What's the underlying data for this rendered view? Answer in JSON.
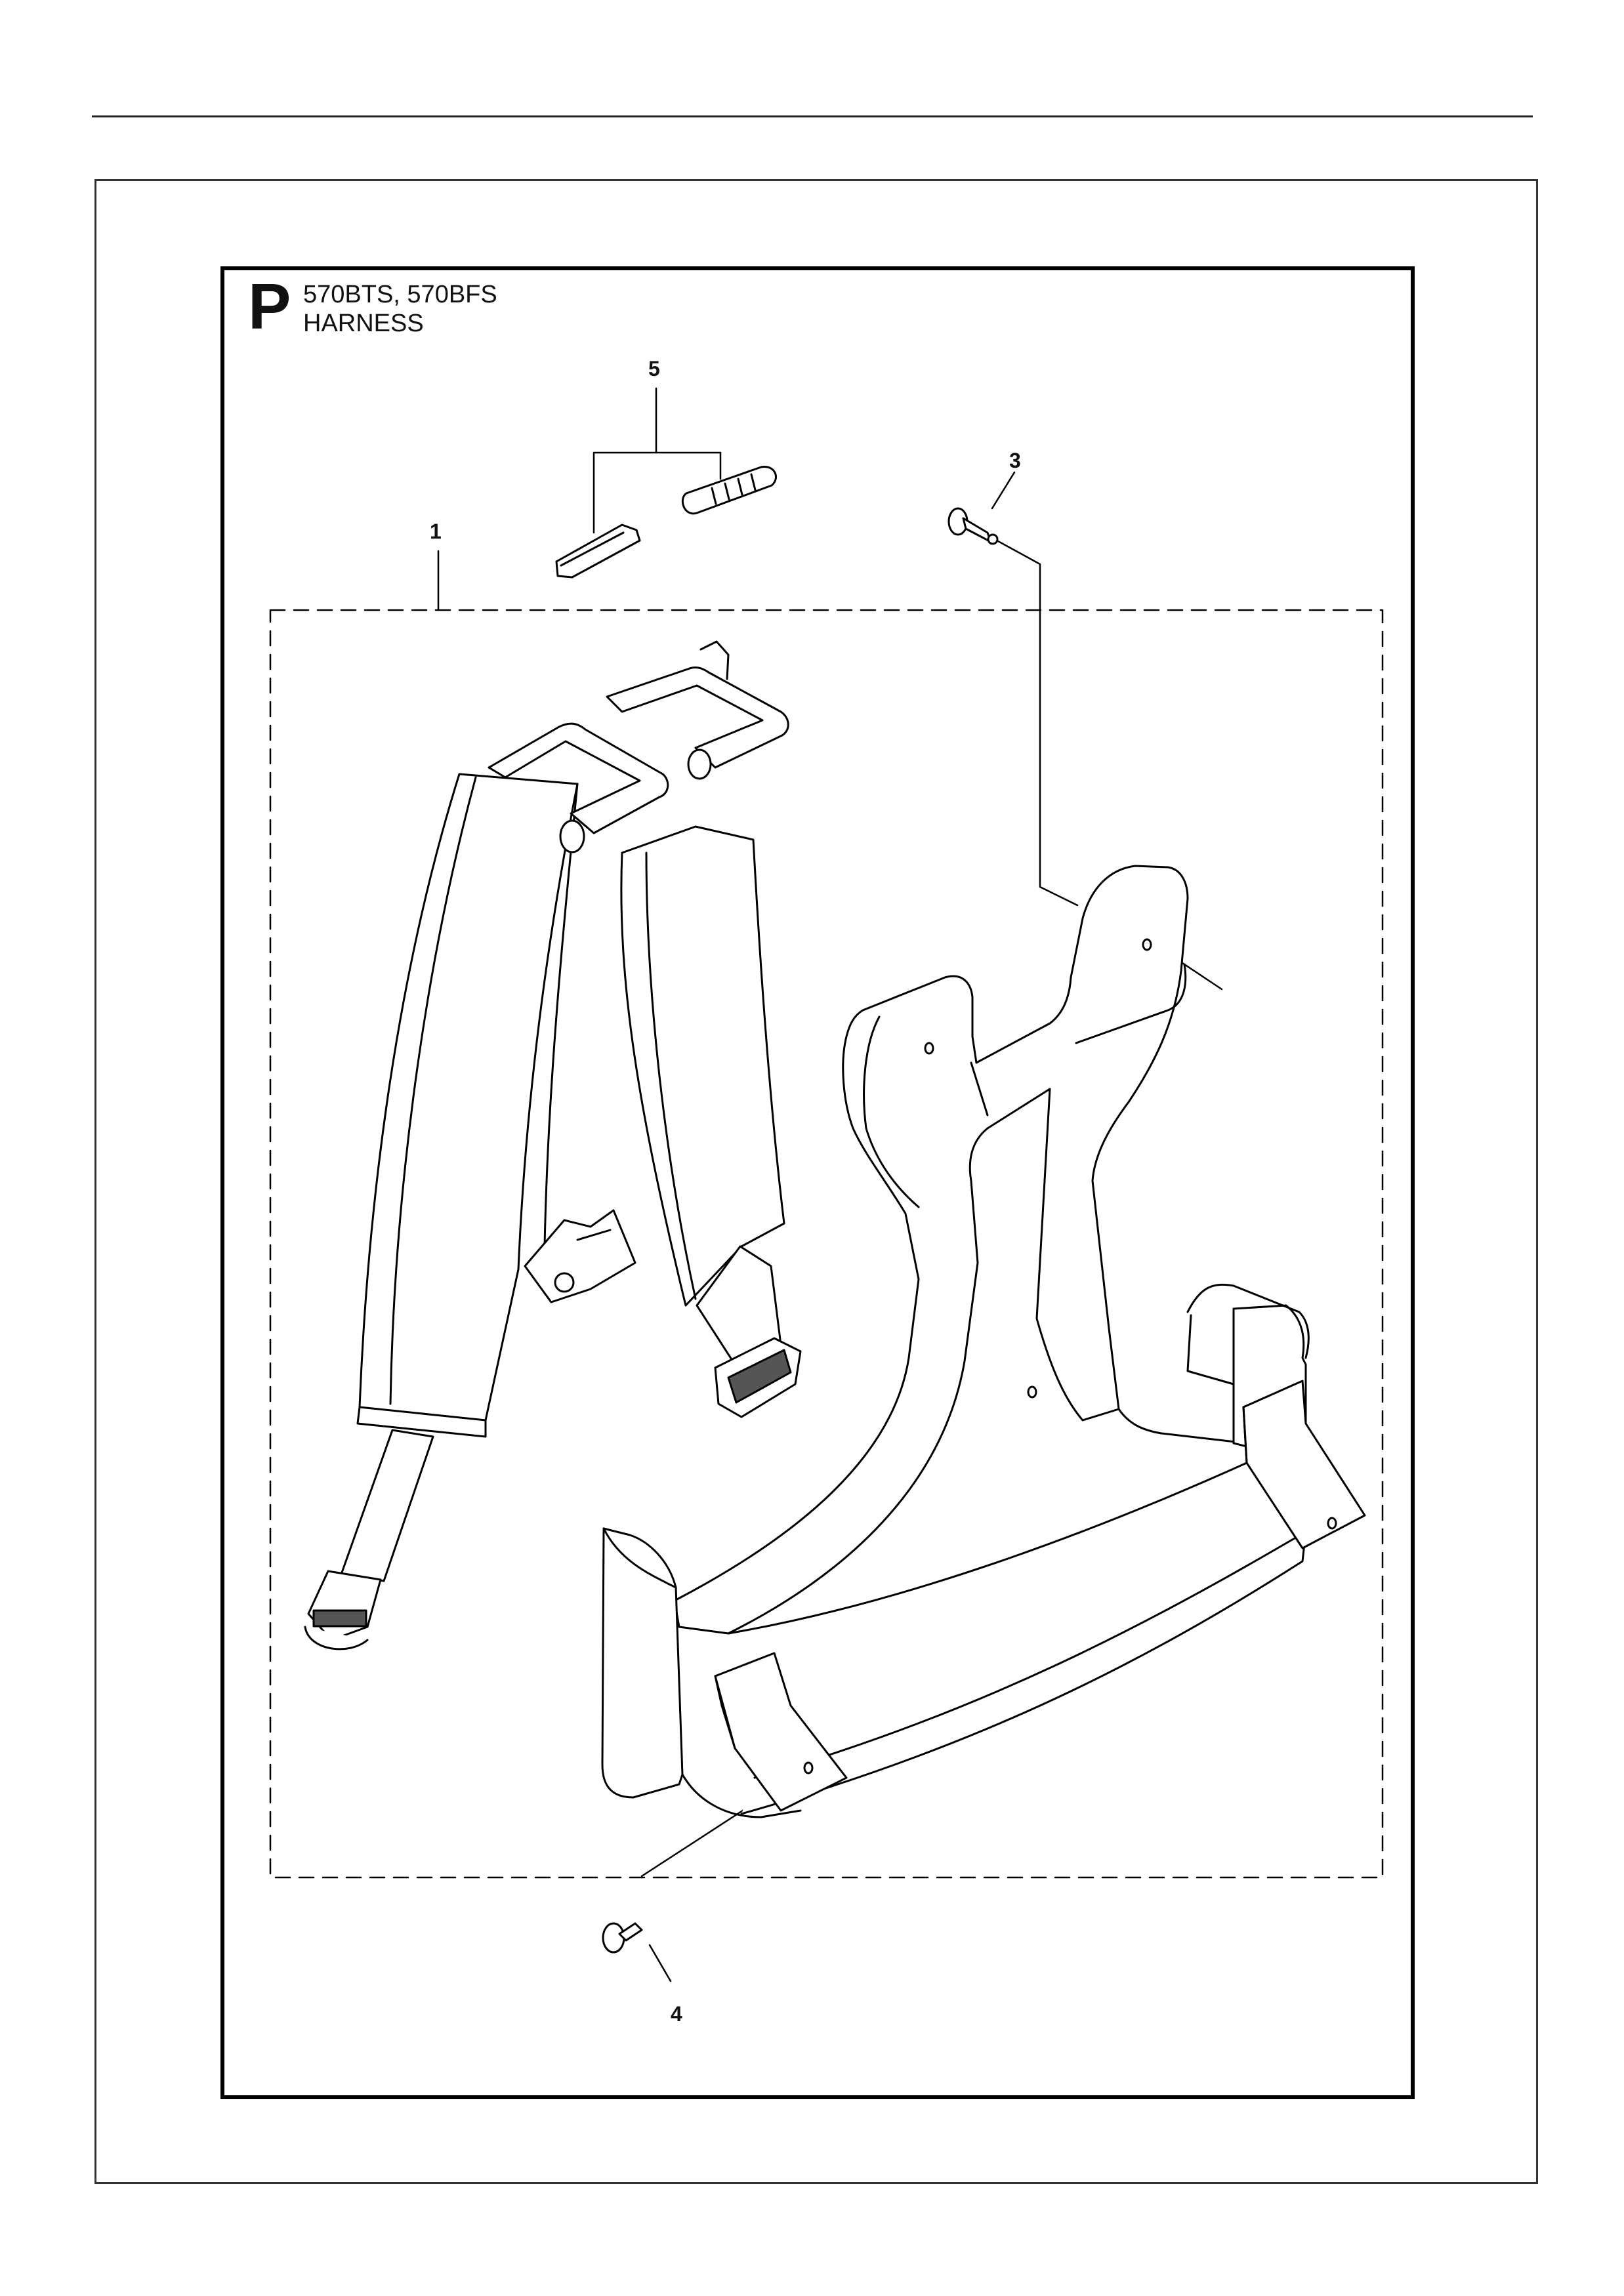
{
  "header": {
    "section_letter": "P",
    "models": "570BTS, 570BFS",
    "title": "HARNESS"
  },
  "callouts": [
    {
      "id": "callout-1",
      "label": "1"
    },
    {
      "id": "callout-3",
      "label": "3"
    },
    {
      "id": "callout-4",
      "label": "4"
    },
    {
      "id": "callout-5",
      "label": "5"
    }
  ],
  "colors": {
    "line": "#000000",
    "shade": "#d9d9d9",
    "background": "#ffffff"
  }
}
